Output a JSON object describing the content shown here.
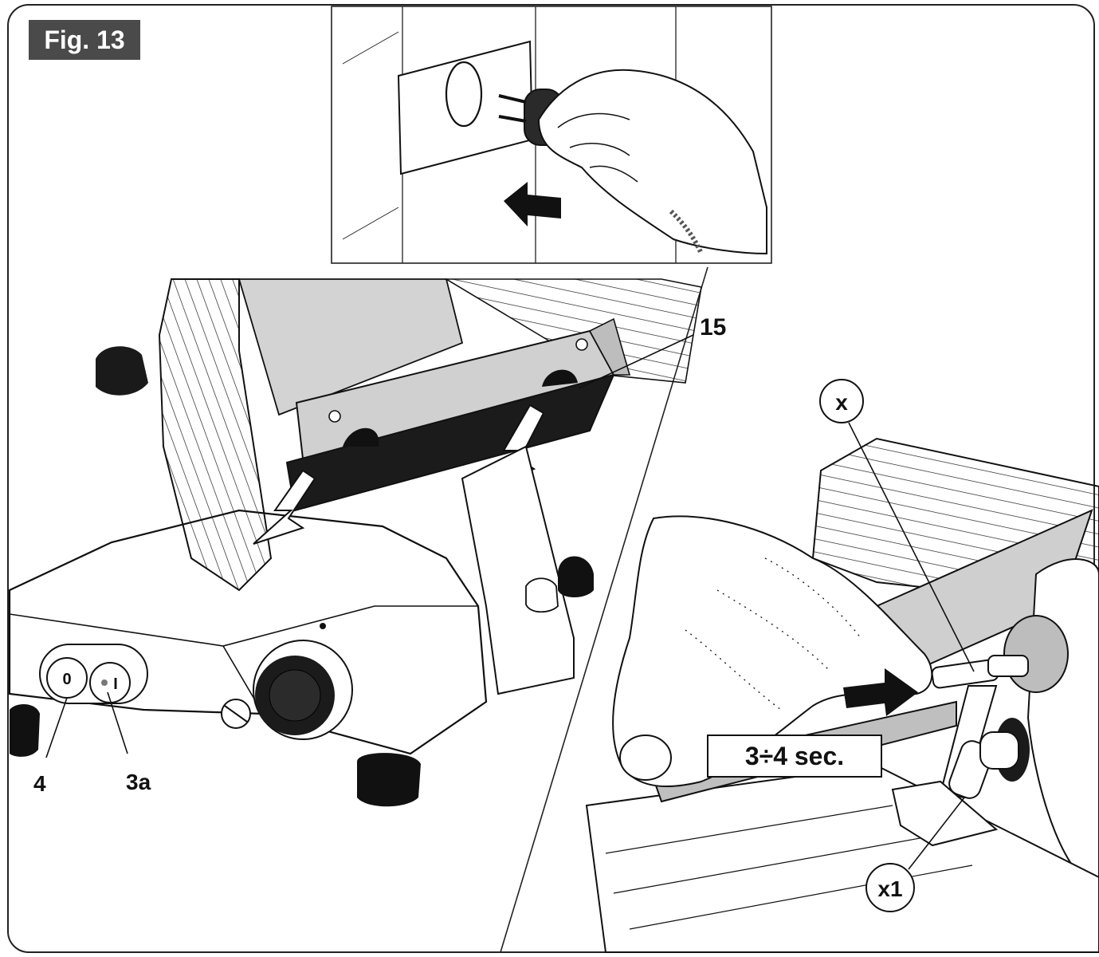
{
  "figure": {
    "label": "Fig. 13"
  },
  "callouts": {
    "c15": "15",
    "c4": "4",
    "c3a": "3a",
    "cx": "x",
    "cx1": "x1"
  },
  "switch_labels": {
    "off": "0",
    "on": "I"
  },
  "timer_box": "3÷4 sec.",
  "colors": {
    "outline": "#111111",
    "metal_shade": "#cfcfcf",
    "dark_part": "#1a1a1a",
    "fig_tag_bg": "#4a4a4a"
  }
}
